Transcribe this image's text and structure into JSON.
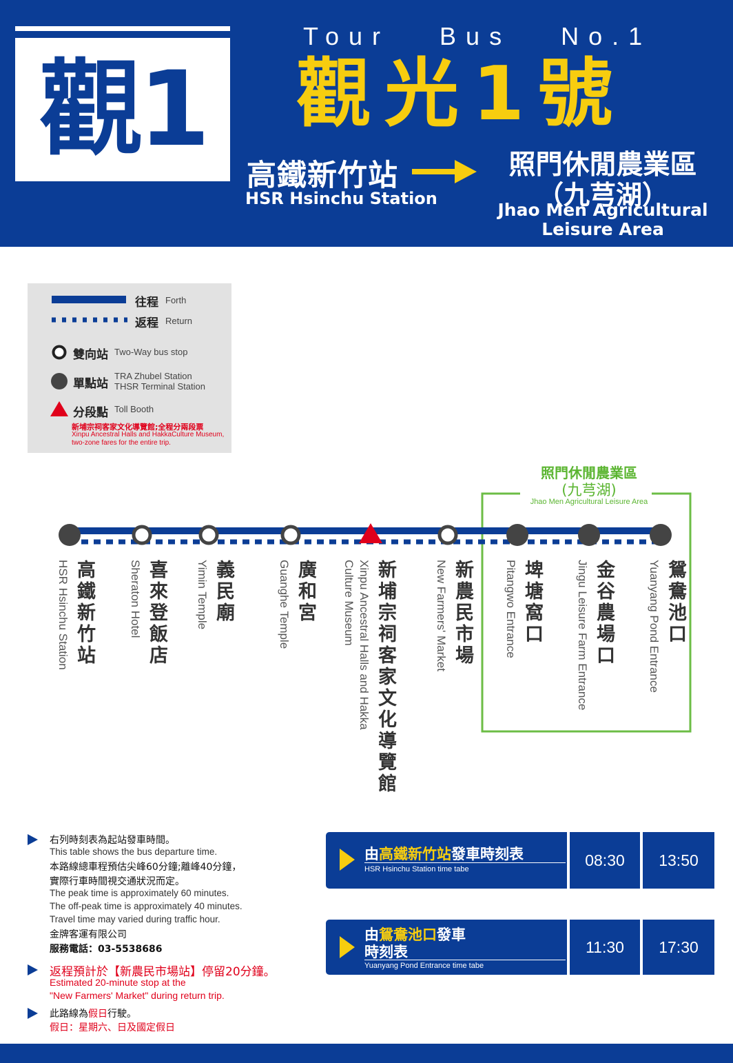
{
  "header": {
    "badge": "觀1",
    "title_en": "Tour   Bus   No.1",
    "title_zh": "觀光1號",
    "from_zh": "高鐵新竹站",
    "from_en": "HSR Hsinchu Station",
    "to_zh_line1": "照門休閒農業區",
    "to_zh_line2": "（九芎湖）",
    "to_en_line1": "Jhao Men Agricultural",
    "to_en_line2": "Leisure Area"
  },
  "legend": {
    "forth_zh": "往程",
    "forth_en": "Forth",
    "return_zh": "返程",
    "return_en": "Return",
    "twoway_zh": "雙向站",
    "twoway_en": "Two-Way bus stop",
    "single_zh": "單點站",
    "single_en_1": "TRA Zhubel Station",
    "single_en_2": "THSR Terminal Station",
    "toll_zh": "分段點",
    "toll_en": "Toll Booth",
    "toll_note_zh": "新埔宗祠客家文化導覽館;全程分兩段票",
    "toll_note_en_1": "Xinpu Ancestral Halls and HakkaCulture Museum,",
    "toll_note_en_2": "two-zone fares for the entire trip."
  },
  "area_label": {
    "zh1": "照門休閒農業區",
    "zh2": "(九芎湖)",
    "en": "Jhao Men Agricultural Leisure Area"
  },
  "stops": [
    {
      "zh": "高鐵新竹站",
      "en": "HSR Hsinchu Station",
      "type": "single"
    },
    {
      "zh": "喜來登飯店",
      "en": "Sheraton Hotel",
      "type": "twoway"
    },
    {
      "zh": "義民廟",
      "en": "Yimin Temple",
      "type": "twoway"
    },
    {
      "zh": "廣和宮",
      "en": "Guanghe Temple",
      "type": "twoway"
    },
    {
      "zh": "新埔宗祠客家文化導覽館",
      "en": "Xinpu Ancestral Halls and Hakka",
      "en2": "Culture Museum",
      "type": "toll"
    },
    {
      "zh": "新農民市場",
      "en": "New Farmers' Market",
      "type": "twoway"
    },
    {
      "zh": "埤塘窩口",
      "en": "Pitangwo Entrance",
      "type": "single"
    },
    {
      "zh": "金谷農場口",
      "en": "Jingu Leisure Farm Entrance",
      "type": "single"
    },
    {
      "zh": "鴛鴦池口",
      "en": "Yuanyang Pond Entrance",
      "type": "single"
    }
  ],
  "notes": {
    "n1_zh": "右列時刻表為起站發車時間。",
    "n1_en": "This table shows the bus departure time.",
    "n2_zh1": "本路線總車程預估尖峰60分鐘;離峰40分鐘，",
    "n2_zh2": "實際行車時間視交通狀況而定。",
    "n2_en1": "The peak time is approximately 60 minutes.",
    "n2_en2": "The off-peak time is approximately 40 minutes.",
    "n2_en3": "Travel time may varied during traffic hour.",
    "company": "金牌客運有限公司",
    "phone": "服務電話：03-5538686",
    "n3_zh": "返程預計於【新農民市場站】停留20分鐘。",
    "n3_en1": "Estimated 20-minute stop at the",
    "n3_en2": "\"New Farmers' Market\" during return trip.",
    "n4_zh_a": "此路線為",
    "n4_zh_b": "假日",
    "n4_zh_c": "行駛。",
    "n4_holiday": "假日：星期六、日及國定假日"
  },
  "timetable": [
    {
      "title_a": "由",
      "title_hl": "高鐵新竹站",
      "title_b": "發車時刻表",
      "sub": "HSR Hsinchu Station time tabe",
      "times": [
        "08:30",
        "13:50"
      ]
    },
    {
      "title_a": "由",
      "title_hl": "鴛鴦池口",
      "title_b": "發車",
      "title_c": "時刻表",
      "sub": "Yuanyang Pond Entrance time tabe",
      "times": [
        "11:30",
        "17:30"
      ]
    }
  ],
  "colors": {
    "brand_blue": "#0b3d96",
    "yellow": "#f7cd0f",
    "green": "#5bb531",
    "red": "#e0001b",
    "stop_gray": "#444444"
  }
}
